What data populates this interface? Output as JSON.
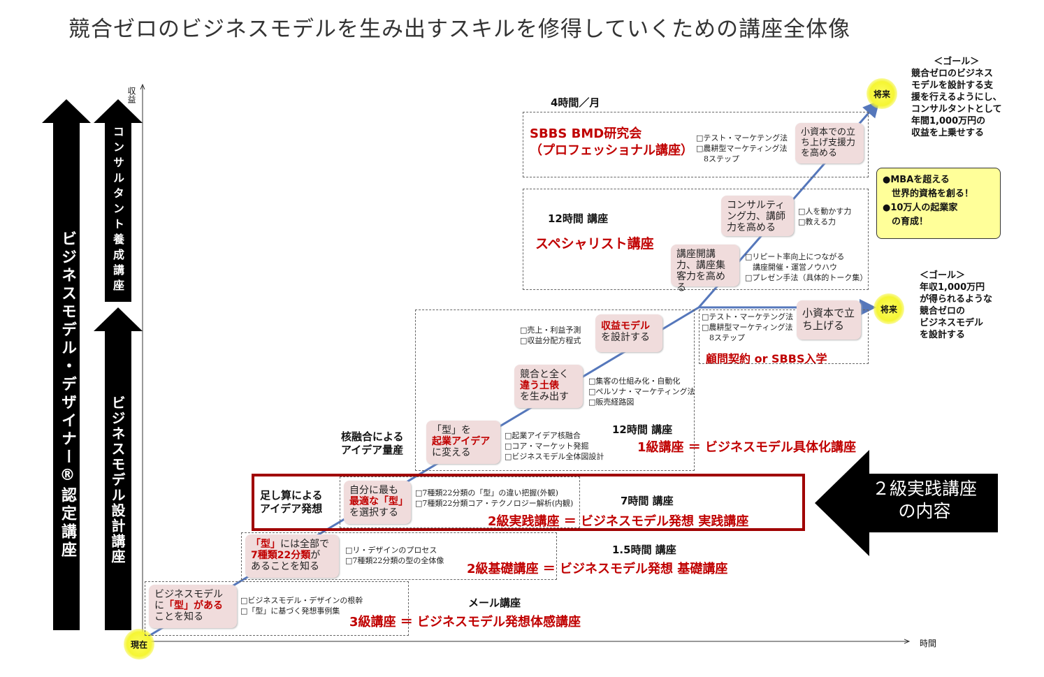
{
  "title": "競合ゼロのビジネスモデルを生み出すスキルを修得していくための講座全体像",
  "axes": {
    "y_label": "収益",
    "x_label": "時間",
    "start": "現在"
  },
  "left_arrows": {
    "outer": "ビジネスモデル・デザイナー®認定講座",
    "upper": "コンサルタント養成講座",
    "lower": "ビジネスモデル設計講座"
  },
  "levels": {
    "l3": {
      "hours": "メール講座",
      "title": "3級講座 ＝ ビジネスモデル発想体感講座",
      "box_pre": "ビジネスモデル",
      "box_mid_a": "に",
      "box_red": "「型」がある",
      "box_post": "ことを知る",
      "checks": [
        "□ビジネスモデル・デザインの根幹",
        "□「型」に基づく発想事例集"
      ]
    },
    "l2b": {
      "hours": "1.5時間 講座",
      "title": "2級基礎講座 ＝ ビジネスモデル発想 基礎講座",
      "box_red1": "「型」",
      "box_mid": "には全部で",
      "box_red2": "7種類22分類",
      "box_mid2": "が",
      "box_post": "あることを知る",
      "checks": [
        "□リ・デザインのプロセス",
        "□7種類22分類の型の全体像"
      ]
    },
    "l2p": {
      "hours": "7時間 講座",
      "title": "2級実践講座 ＝ ビジネスモデル発想 実践講座",
      "side_label_1": "足し算による",
      "side_label_2": "アイデア発想",
      "box_pre": "自分に最も",
      "box_red": "最適な「型」",
      "box_post": "を選択する",
      "checks": [
        "□7種類22分類の「型」の違い把握(外観)",
        "□7種類22分類コア・テクノロジー解析(内観)"
      ]
    },
    "l1": {
      "hours": "12時間 講座",
      "title": "1級講座 ＝ ビジネスモデル具体化講座",
      "side_label_1": "核融合による",
      "side_label_2": "アイデア量産",
      "step1_pre": "「型」を",
      "step1_red": "起業アイデア",
      "step1_post": "に変える",
      "step1_checks": [
        "□起業アイデア核融合",
        "□コア・マーケット発掘",
        "□ビジネスモデル全体図設計"
      ],
      "step2_pre": "競合と全く",
      "step2_red": "違う土俵",
      "step2_post": "を生み出す",
      "step2_checks": [
        "□集客の仕組み化・自動化",
        "□ペルソナ・マーケティング法",
        "□販売経路図"
      ],
      "step3_red": "収益モデル",
      "step3_post": "を設計する",
      "step3_checks": [
        "□売上・利益予測",
        "□収益分配方程式"
      ]
    },
    "advisory": {
      "title": "顧問契約 or SBBS入学",
      "box": "小資本で立ち上げる",
      "checks": [
        "□テスト・マーケテング法",
        "□農耕型マーケティング法",
        "　8ステップ"
      ]
    },
    "specialist": {
      "hours": "12時間 講座",
      "title": "スペシャリスト講座",
      "box1": "講座開講力、講座集客力を高める",
      "box1_checks": [
        "□リピート率向上につながる",
        "　講座開催・運営ノウハウ",
        "□プレゼン手法（具体的トーク集）"
      ],
      "box2": "コンサルティング力、講師力を高める",
      "box2_checks": [
        "□人を動かす力",
        "□教える力"
      ]
    },
    "research": {
      "hours": "4時間／月",
      "title_1": "SBBS BMD研究会",
      "title_2": "（プロフェッショナル講座）",
      "box": "小資本での立ち上げ支援力を高める",
      "checks": [
        "□テスト・マーケテング法",
        "□農耕型マーケティング法",
        "　8ステップ"
      ]
    }
  },
  "goals": {
    "future_label": "将来",
    "goal_top_lines": [
      "＜ゴール＞",
      "競合ゼロのビジネス",
      "モデルを設計する支",
      "援を行えるようにし、",
      "コンサルタントとして",
      "年間1,000万円の",
      "収益を上乗せする"
    ],
    "goal_mid_lines": [
      "＜ゴール＞",
      "年収1,000万円",
      "が得られるような",
      "競合ゼロの",
      "ビジネスモデル",
      "を設計する"
    ]
  },
  "note_box": [
    "●MBAを超える",
    "　世界的資格を創る！",
    "●10万人の起業家",
    "　の育成！"
  ],
  "callout": {
    "line1": "２級実践講座",
    "line2": "の内容"
  },
  "colors": {
    "accent_red": "#c00000",
    "pink_box": "#f0dcdc",
    "arrow": "#5577bb",
    "note_bg": "#ffff99"
  }
}
